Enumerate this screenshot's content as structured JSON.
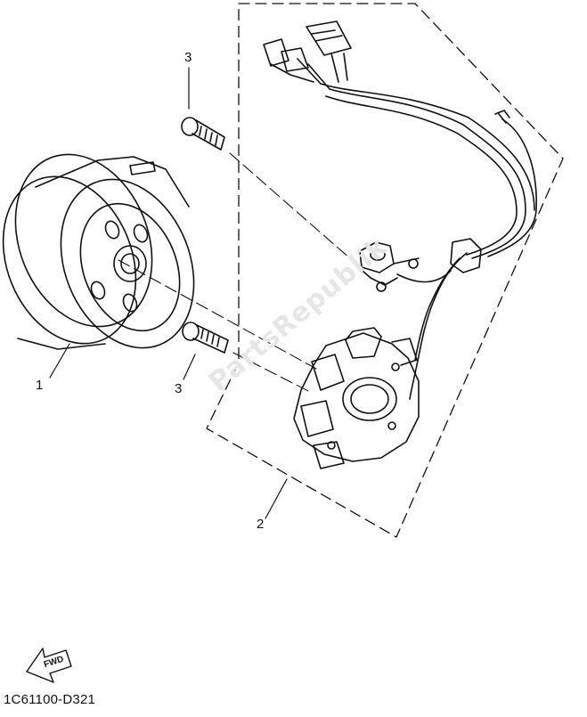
{
  "callouts": {
    "flywheel": "1",
    "stator": "2",
    "bolt_top": "3",
    "bolt_bottom": "3"
  },
  "fwd_label": "FWD",
  "diagram_code": "1C61100-D321",
  "watermark": "PartsRepublik"
}
